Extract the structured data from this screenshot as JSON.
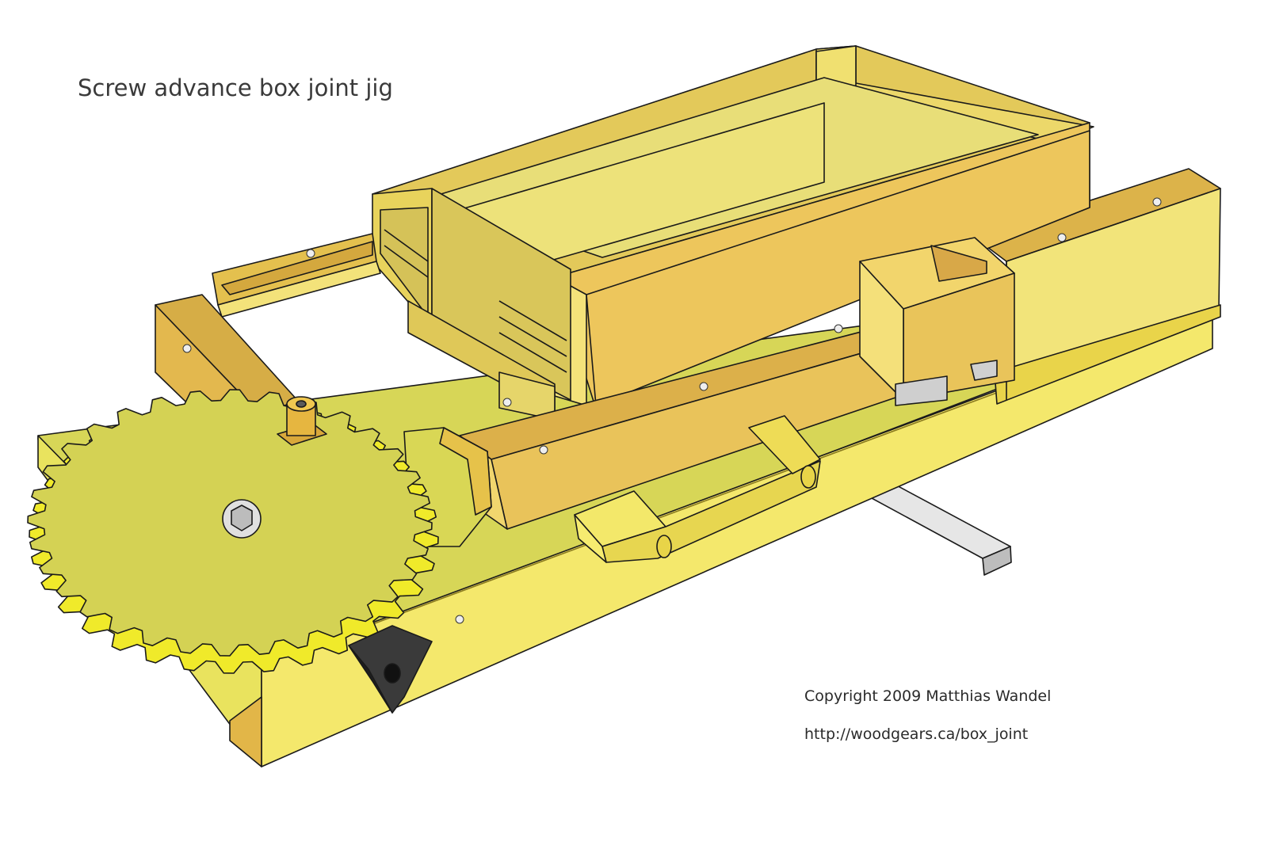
{
  "diagram": {
    "title": "Screw advance box joint jig",
    "copyright": "Copyright 2009 Matthias Wandel",
    "url": "http://woodgears.ca/box_joint"
  },
  "colors": {
    "wood_light": "#f1e67a",
    "wood_mid": "#e8d35c",
    "wood_dark": "#d9b94a",
    "wood_orange": "#e2b648",
    "base_side": "#f4e86c",
    "base_top": "#d6d655",
    "gear": "#d4d254",
    "gear_side": "#f0ee2a",
    "steel": "#d9d9d9",
    "knob": "#2b2b2b",
    "outline": "#1a1a1a"
  },
  "icons": {
    "big_gear": "spur-gear-icon",
    "small_gear": "pinion-gear-icon",
    "knob": "triangular-knob-icon",
    "handle": "handle-icon",
    "bolt": "hex-bolt-icon"
  }
}
